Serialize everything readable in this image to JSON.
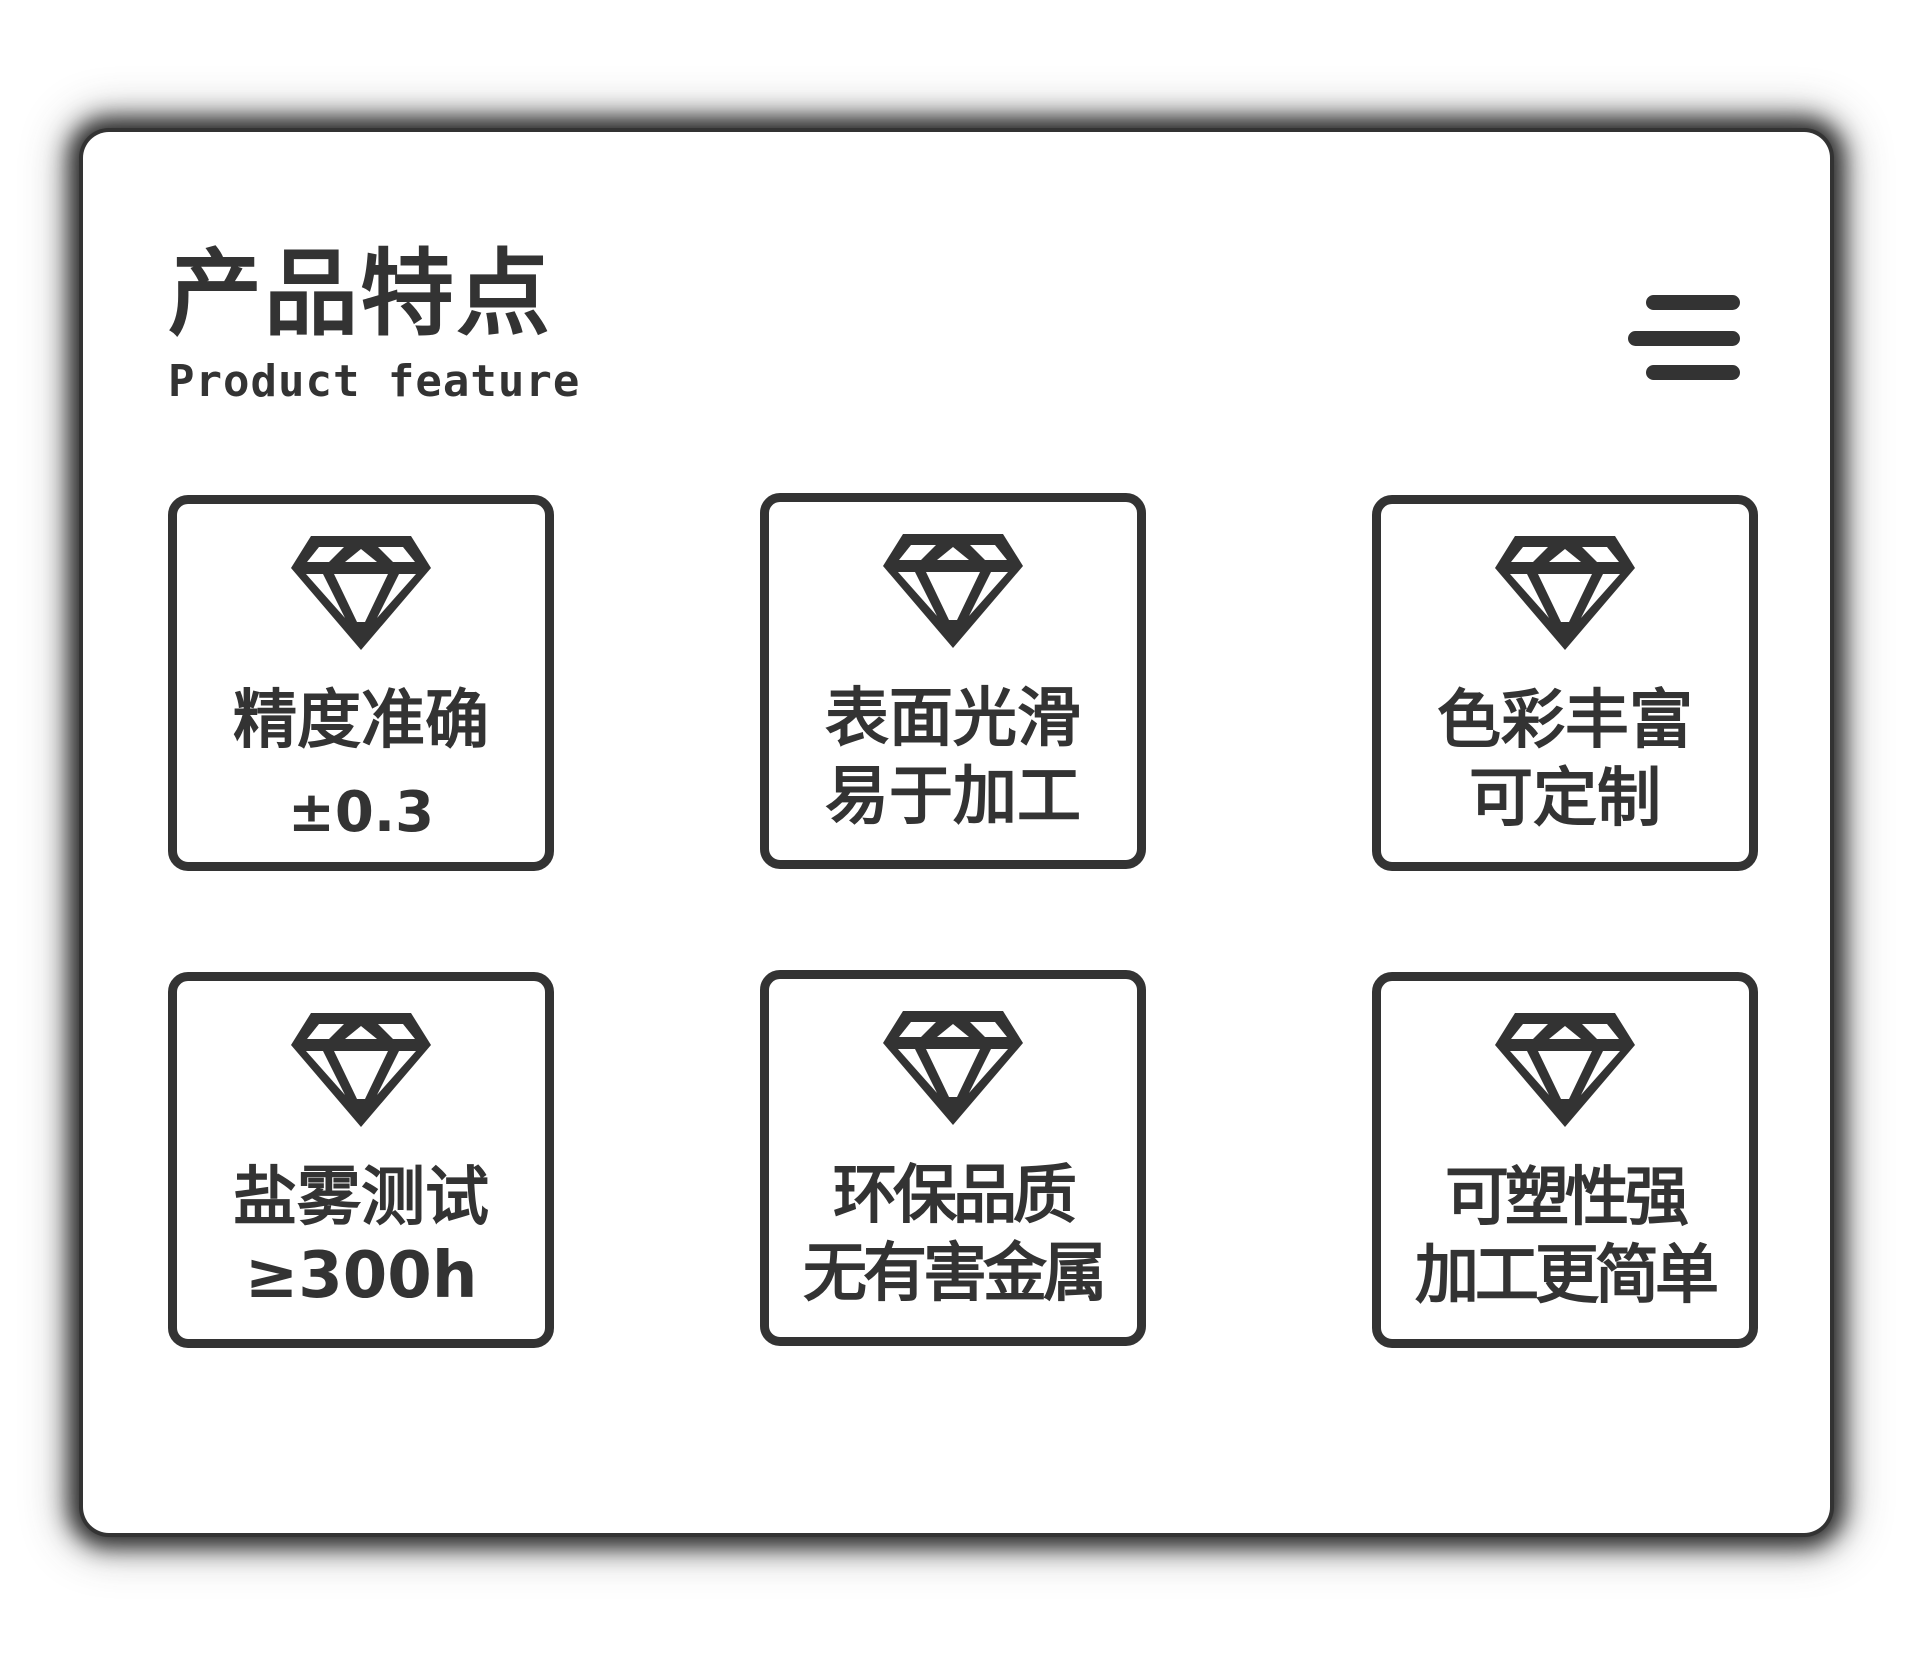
{
  "header": {
    "title_cn": "产品特点",
    "title_en": "Product feature",
    "menu_icon": "hamburger-menu-icon"
  },
  "colors": {
    "ink": "#333333",
    "background": "#ffffff"
  },
  "features": [
    {
      "icon": "diamond-icon",
      "lines": [
        "精度准确",
        "±0.3"
      ]
    },
    {
      "icon": "diamond-icon",
      "lines": [
        "表面光滑",
        "易于加工"
      ]
    },
    {
      "icon": "diamond-icon",
      "lines": [
        "色彩丰富",
        "可定制"
      ]
    },
    {
      "icon": "diamond-icon",
      "lines": [
        "盐雾测试",
        "≥300h"
      ]
    },
    {
      "icon": "diamond-icon",
      "lines": [
        "环保品质",
        "无有害金属"
      ]
    },
    {
      "icon": "diamond-icon",
      "lines": [
        "可塑性强",
        "加工更简单"
      ]
    }
  ]
}
